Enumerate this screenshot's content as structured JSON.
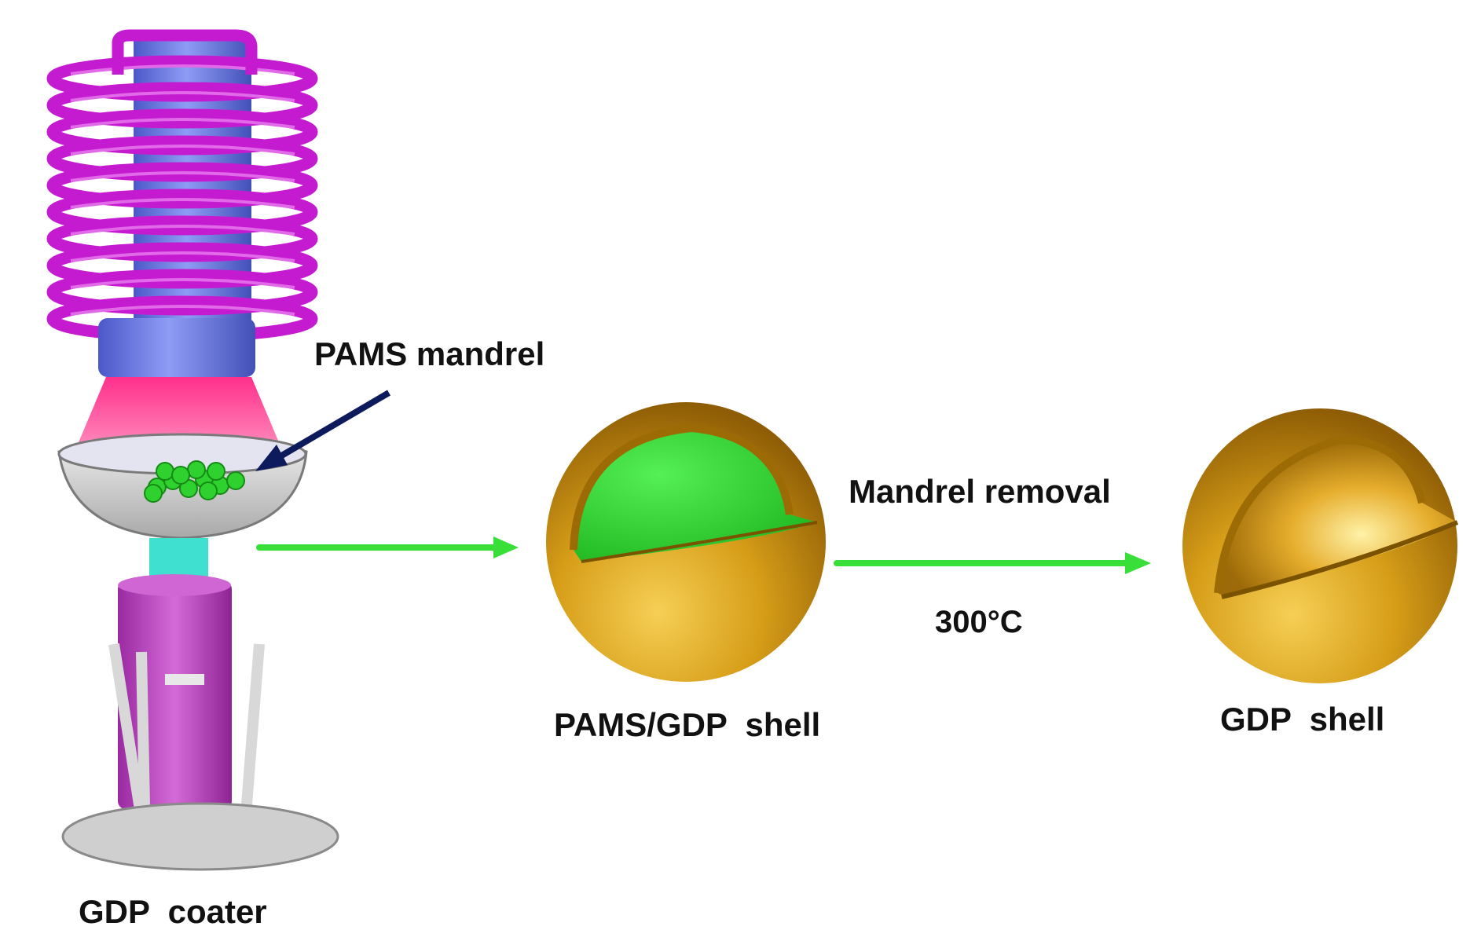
{
  "labels": {
    "pams_mandrel": "PAMS mandrel",
    "gdp_coater": "GDP  coater",
    "pams_gdp_shell": "PAMS/GDP  shell",
    "mandrel_removal": "Mandrel removal",
    "temperature": "300°C",
    "gdp_shell": "GDP  shell"
  },
  "colors": {
    "coil": "#c51bd0",
    "coil_highlight": "#e06ae8",
    "cylinder": "#6f7fe8",
    "plasma": "#ff4f9a",
    "mandrel_green": "#2fd12f",
    "shell_gold": "#c8900c",
    "shell_highlight": "#f2c94a",
    "arrow_green": "#38df38",
    "pointer_arrow": "#0d1a5c",
    "base_gray": "#d4d4d4",
    "motor_magenta": "#c552c8",
    "teal": "#3fe0d0"
  }
}
